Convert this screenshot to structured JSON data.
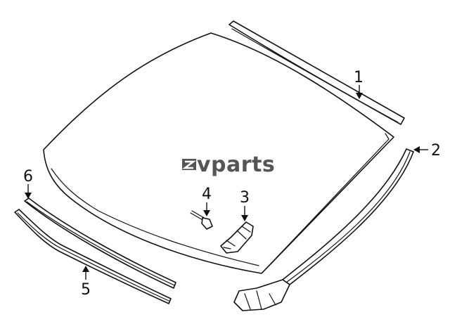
{
  "watermark": {
    "text": "vparts",
    "color": "#555555"
  },
  "callouts": [
    {
      "id": "1",
      "label": "1"
    },
    {
      "id": "2",
      "label": "2"
    },
    {
      "id": "3",
      "label": "3"
    },
    {
      "id": "4",
      "label": "4"
    },
    {
      "id": "5",
      "label": "5"
    },
    {
      "id": "6",
      "label": "6"
    }
  ],
  "colors": {
    "line": "#111111",
    "background": "#ffffff"
  }
}
